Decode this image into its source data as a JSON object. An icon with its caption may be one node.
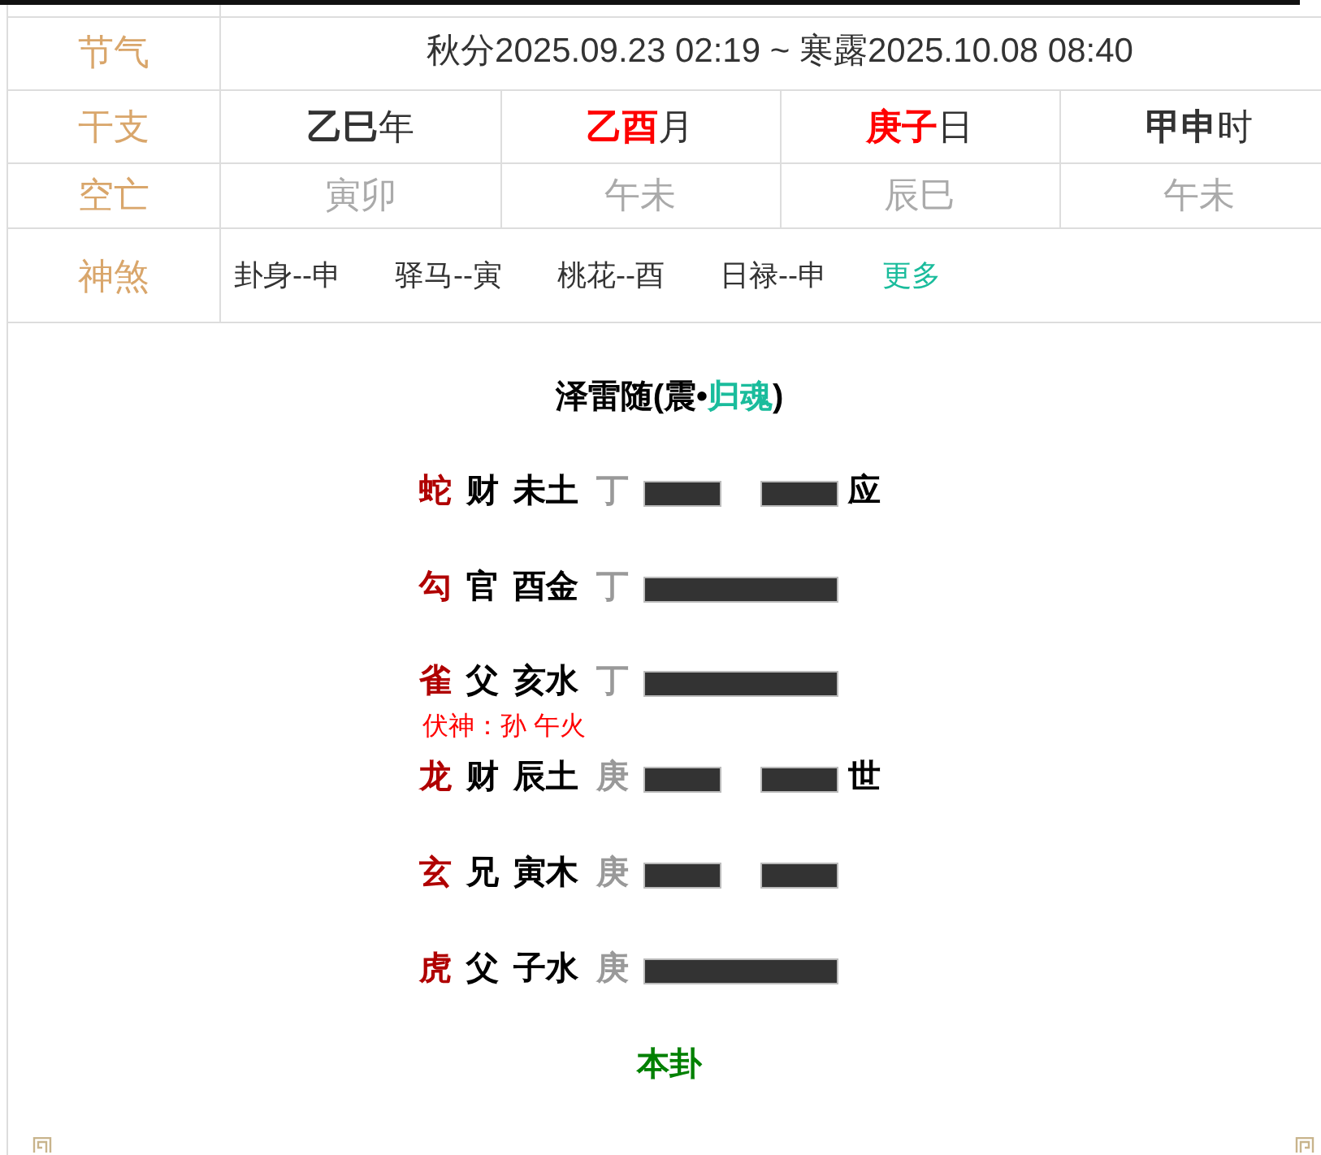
{
  "diagram": {
    "title": "泽雷随(震•归魂)",
    "caption": "本卦",
    "labels": [
      "节气",
      "秋分2025.09.23 02:19 ~ 寒露2025.10.08 08:40",
      "干支",
      "**乙巳**年",
      "**乙酉**月",
      "**庚子**日",
      "**甲申**时",
      "空亡",
      "寅卯",
      "午未",
      "辰巳",
      "午未",
      "神煞",
      "卦身--申",
      "驿马--寅",
      "桃花--酉",
      "日禄--申",
      "更多",
      "蛇",
      "财",
      "未土",
      "丁",
      "应",
      "勾",
      "官",
      "酉金",
      "丁",
      "雀",
      "父",
      "亥水",
      "丁",
      "伏神：孙 午火",
      "龙",
      "财",
      "辰土",
      "庚",
      "世",
      "玄",
      "兄",
      "寅木",
      "庚",
      "虎",
      "父",
      "子水",
      "庚"
    ]
  }
}
